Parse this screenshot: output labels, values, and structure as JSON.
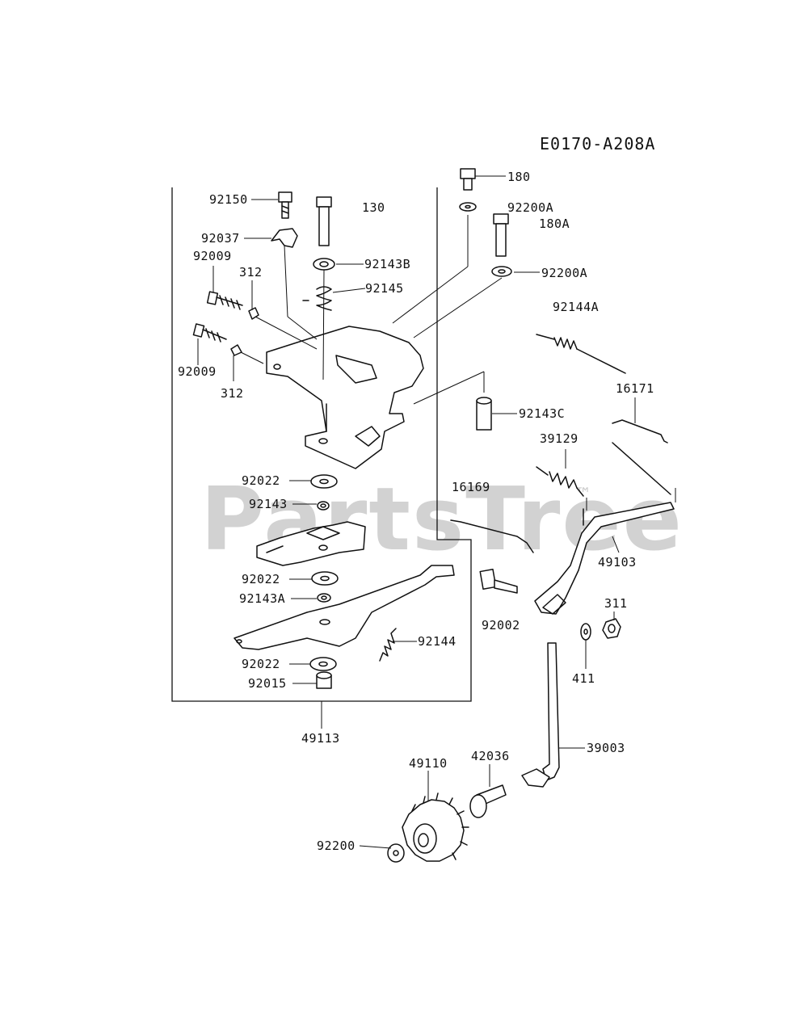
{
  "diagram": {
    "code": "E0170-A208A",
    "watermark": "PartsTree",
    "watermark_mark": "™",
    "labels": {
      "p180": "180",
      "p92150": "92150",
      "p130": "130",
      "p92200A_1": "92200A",
      "p180A": "180A",
      "p92037": "92037",
      "p92143B": "92143B",
      "p92200A_2": "92200A",
      "p92009_1": "92009",
      "p312_1": "312",
      "p92145": "92145",
      "p92144A": "92144A",
      "p92009_2": "92009",
      "p312_2": "312",
      "p16171": "16171",
      "p92143C": "92143C",
      "p39129": "39129",
      "p92022_1": "92022",
      "p16169": "16169",
      "p92143": "92143",
      "p49103": "49103",
      "p92022_2": "92022",
      "p311": "311",
      "p92143A": "92143A",
      "p92002": "92002",
      "p92144": "92144",
      "p92022_3": "92022",
      "p411": "411",
      "p92015": "92015",
      "p49113": "49113",
      "p39003": "39003",
      "p49110": "49110",
      "p42036": "42036",
      "p92200": "92200"
    }
  }
}
